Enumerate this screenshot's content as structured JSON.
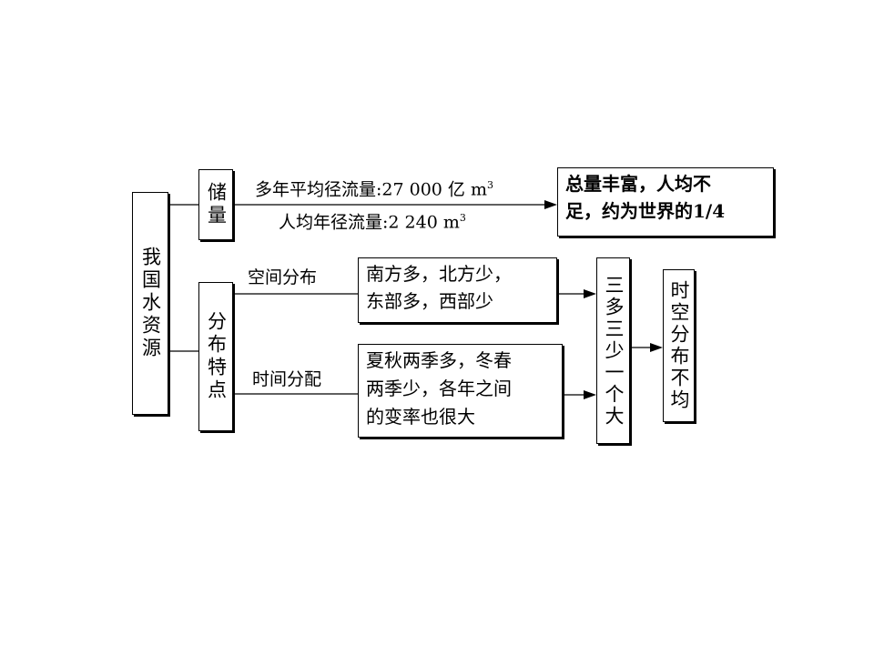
{
  "root": "我国水资源",
  "storage": {
    "title": "储量",
    "annual_runoff": "多年平均径流量:27 000 亿 m",
    "annual_runoff_sup": "3",
    "per_capita_runoff": "人均年径流量:2 240 m",
    "per_capita_runoff_sup": "3",
    "conclusion_line1": "总量丰富，人均不",
    "conclusion_line2": "足，约为世界的1/4"
  },
  "distribution": {
    "title": "分布特点",
    "spatial_label": "空间分布",
    "spatial_line1": "南方多，北方少，",
    "spatial_line2": "东部多，西部少",
    "temporal_label": "时间分配",
    "temporal_line1": "夏秋两季多，冬春",
    "temporal_line2": "两季少，各年之间",
    "temporal_line3": "的变率也很大"
  },
  "summary": "三多三少一个大",
  "result": "时空分布不均"
}
